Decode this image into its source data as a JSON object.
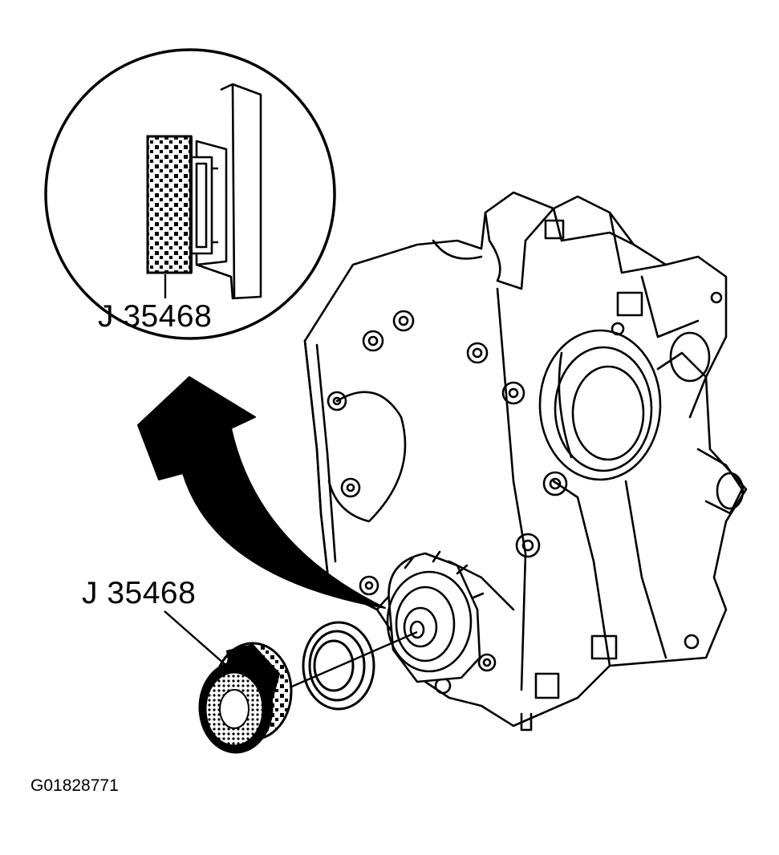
{
  "labels": {
    "inset_tool": "J 35468",
    "main_tool": "J 35468",
    "figure_id": "G01828771"
  },
  "colors": {
    "line": "#000000",
    "background": "#ffffff"
  }
}
